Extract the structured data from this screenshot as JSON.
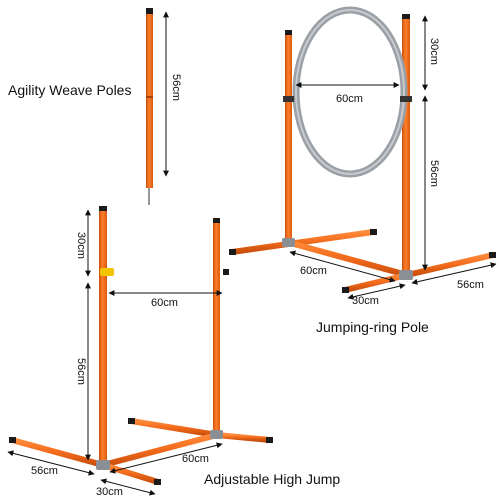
{
  "colors": {
    "pole_orange": "#f26a1b",
    "pole_orange_dark": "#c94f0c",
    "base_connector": "#8a8f96",
    "ring_gray": "#9aa0a6",
    "dimension_line": "#111111",
    "end_cap": "#1a1a1a"
  },
  "weave_poles": {
    "caption": "Agility Weave Poles",
    "height_label": "56cm"
  },
  "jumping_ring": {
    "caption": "Jumping-ring Pole",
    "ring_height_label": "30cm",
    "ring_width_label": "60cm",
    "pole_height_label": "56cm",
    "base_depth_label": "60cm",
    "base_width_label": "30cm",
    "base_length_label": "56cm"
  },
  "high_jump": {
    "caption": "Adjustable High Jump",
    "top_height_label": "30cm",
    "bar_width_label": "60cm",
    "pole_height_label": "56cm",
    "base_length_label": "56cm",
    "base_width_label": "30cm",
    "base_depth_label": "60cm"
  }
}
